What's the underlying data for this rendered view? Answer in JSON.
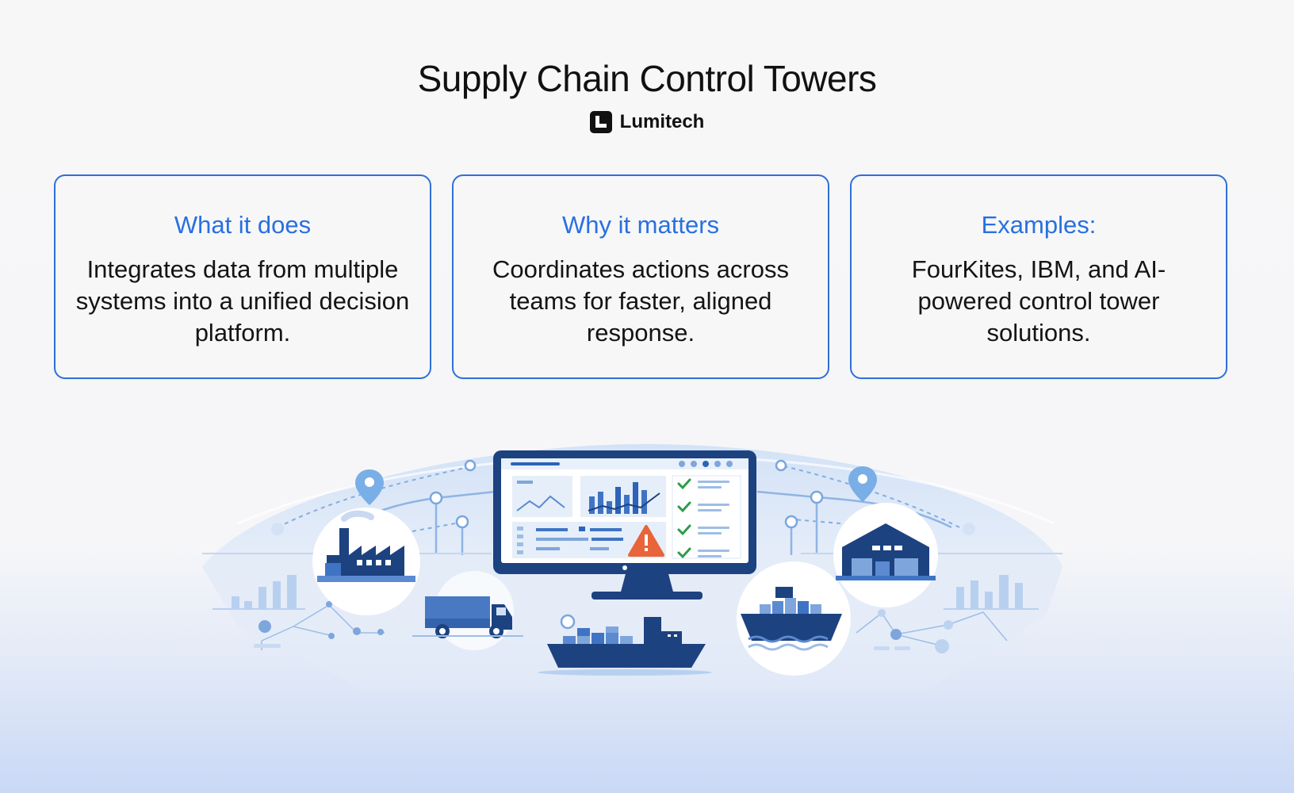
{
  "title": "Supply Chain Control Towers",
  "brand": {
    "name": "Lumitech",
    "logo_icon": "lumitech-logo-icon"
  },
  "cards": [
    {
      "heading": "What it does",
      "body": "Integrates data from multiple systems into a unified decision platform."
    },
    {
      "heading": "Why it matters",
      "body": "Coordinates actions across teams for faster, aligned response."
    },
    {
      "heading": "Examples:",
      "body": "FourKites, IBM, and AI-powered control tower solutions."
    }
  ],
  "illustration": {
    "icons": [
      "monitor-dashboard-icon",
      "factory-icon",
      "warehouse-icon",
      "truck-icon",
      "cargo-ship-icon",
      "container-ship-icon",
      "location-pin-icon",
      "warning-icon",
      "checkmark-icon"
    ]
  },
  "colors": {
    "accent": "#2870e0",
    "card_border": "#2f6fd8",
    "navy": "#1b3f7a",
    "warning": "#e8643a",
    "check": "#2e9b4a"
  }
}
